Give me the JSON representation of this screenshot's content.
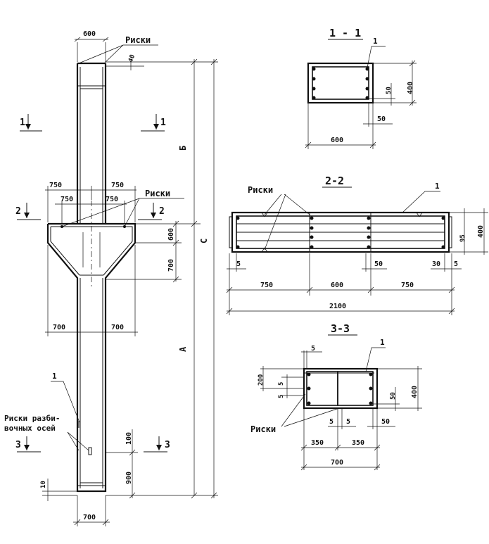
{
  "colors": {
    "ink": "#111111",
    "paper": "#ffffff"
  },
  "elevation": {
    "dims": {
      "top_width": "600",
      "top_offset": "40",
      "left_750": "750",
      "right_750": "750",
      "inner_left_750": "750",
      "inner_right_750": "750",
      "haunch_600": "600",
      "haunch_700": "700",
      "bottom_left_700": "700",
      "bottom_right_700": "700",
      "riski_100": "100",
      "bottom_900": "900",
      "bottom_10": "10",
      "base_width": "700",
      "b_label": "Б",
      "c_label": "С",
      "a_label": "А"
    },
    "labels": {
      "riski_top": "Риски",
      "riski_mid": "Риски",
      "riski_axes_line1": "Риски разби-",
      "riski_axes_line2": "вочных осей",
      "leader_1": "1"
    },
    "section_marks": {
      "s1_left": "1",
      "s1_right": "1",
      "s2_left": "2",
      "s2_right": "2",
      "s3_left": "3",
      "s3_right": "3"
    }
  },
  "section_1_1": {
    "title": "1 - 1",
    "leader": "1",
    "dims": {
      "height": "400",
      "cover_50a": "50",
      "cover_50b": "50",
      "width": "600"
    }
  },
  "section_2_2": {
    "title": "2-2",
    "riski": "Риски",
    "leader": "1",
    "dims": {
      "d5_left": "5",
      "d50": "50",
      "d30": "30",
      "d5_right": "5",
      "d750_left": "750",
      "d600": "600",
      "d750_right": "750",
      "total": "2100",
      "d95": "95",
      "height": "400"
    }
  },
  "section_3_3": {
    "title": "3-3",
    "leader": "1",
    "riski": "Риски",
    "dims": {
      "d5_top": "5",
      "d200": "200",
      "d5_v1": "5",
      "d5_v2": "5",
      "d5_b1": "5",
      "d5_b2": "5",
      "d50_right": "50",
      "d50_bottom": "50",
      "height": "400",
      "d350_left": "350",
      "d350_right": "350",
      "width": "700"
    }
  }
}
